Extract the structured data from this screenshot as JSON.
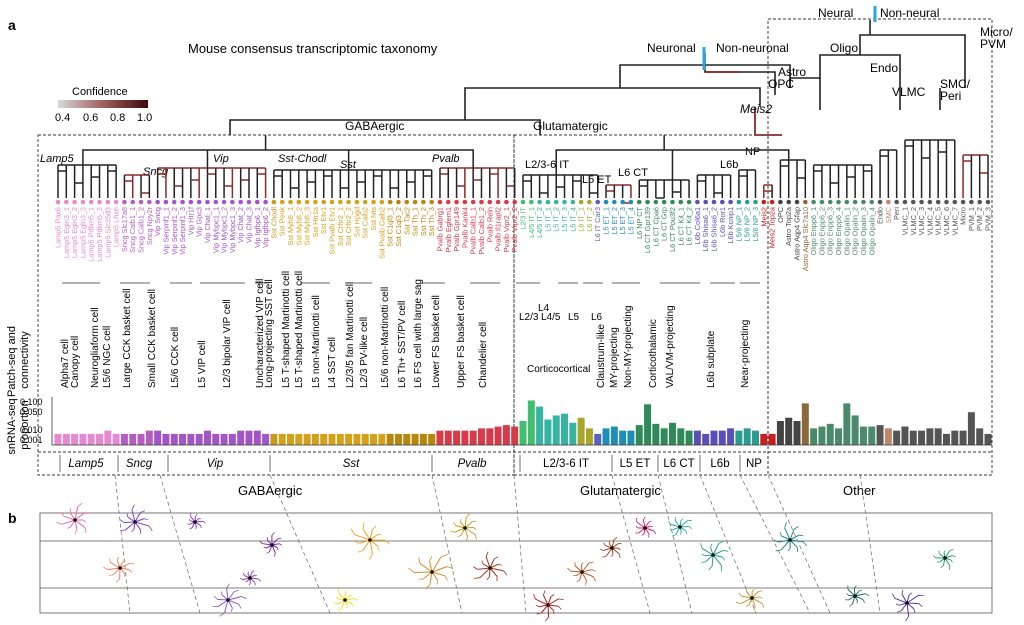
{
  "panels": {
    "a": "a",
    "b": "b"
  },
  "title": "Mouse consensus transcriptomic taxonomy",
  "confidence_legend": {
    "label": "Confidence",
    "ticks": [
      "0.4",
      "0.6",
      "0.8",
      "1.0"
    ],
    "color_low": "#cfcfcf",
    "color_high": "#3d0a0a"
  },
  "colors": {
    "tree": "#222222",
    "tree_accent": "#8b2a2a",
    "cyan_marker": "#29a8d8"
  },
  "top_nodes": {
    "neural": "Neural",
    "non_neural": "Non-neural",
    "neuronal": "Neuronal",
    "non_neuronal": "Non-neuronal",
    "micro_pvm": "Micro/\nPVM",
    "oligo": "Oligo",
    "astro": "Astro",
    "opc": "OPC",
    "endo": "Endo",
    "smc_peri": "SMC/\nPeri",
    "vlmc": "VLMC",
    "meis2": "Meis2"
  },
  "branch_labels": {
    "gabaergic": "GABAergic",
    "glutamatergic": "Glutamatergic",
    "lamp5": "Lamp5",
    "sncg": "Sncg",
    "vip": "Vip",
    "sst_chodl": "Sst-Chodl",
    "sst": "Sst",
    "pvalb": "Pvalb",
    "l236_it": "L2/3-6 IT",
    "l5_et": "L5 ET",
    "l6_ct": "L6 CT",
    "l6b": "L6b",
    "np": "NP"
  },
  "leaves": [
    {
      "name": "Lamp5 Pax6",
      "color": "#e58ad0"
    },
    {
      "name": "Lamp5 Egln3_1",
      "color": "#e58ad0"
    },
    {
      "name": "Lamp5 Egln3_2",
      "color": "#e58ad0"
    },
    {
      "name": "Lamp5 Egln3_3",
      "color": "#e58ad0"
    },
    {
      "name": "Lamp5 Pdlim5_1",
      "color": "#e58ad0"
    },
    {
      "name": "Lamp5 Pdlim5_2",
      "color": "#e58ad0"
    },
    {
      "name": "Lamp5 Slc35d3",
      "color": "#e58ad0"
    },
    {
      "name": "Lamp5 Lhx6",
      "color": "#e58ad0"
    },
    {
      "name": "Sncg Slc17a8",
      "color": "#b35fc0"
    },
    {
      "name": "Sncg Calb1_1",
      "color": "#b35fc0"
    },
    {
      "name": "Sncg Calb1_2",
      "color": "#b35fc0"
    },
    {
      "name": "Sncg Npy2r",
      "color": "#b35fc0"
    },
    {
      "name": "Vip Sncg",
      "color": "#a354c8"
    },
    {
      "name": "Vip Serpinf1_1",
      "color": "#a354c8"
    },
    {
      "name": "Vip Serpinf1_2",
      "color": "#a354c8"
    },
    {
      "name": "Vip Serpinf1_3",
      "color": "#a354c8"
    },
    {
      "name": "Vip Htr1f",
      "color": "#a354c8"
    },
    {
      "name": "Vip Gpc3",
      "color": "#a354c8"
    },
    {
      "name": "Vip Chat_1",
      "color": "#a354c8"
    },
    {
      "name": "Vip Mybpc1_1",
      "color": "#a354c8"
    },
    {
      "name": "Vip Mybpc1_2",
      "color": "#a354c8"
    },
    {
      "name": "Vip Mybpc1_3",
      "color": "#a354c8"
    },
    {
      "name": "Vip Chat_2",
      "color": "#a354c8"
    },
    {
      "name": "Vip Chat_3",
      "color": "#a354c8"
    },
    {
      "name": "Vip Igfbp6_1",
      "color": "#a354c8"
    },
    {
      "name": "Vip Igfbp6_2",
      "color": "#a354c8"
    },
    {
      "name": "Sst Chodl",
      "color": "#c59a1e"
    },
    {
      "name": "Sst Penk",
      "color": "#d4a21a"
    },
    {
      "name": "Sst Myh8_1",
      "color": "#d4a21a"
    },
    {
      "name": "Sst Myh8_2",
      "color": "#d4a21a"
    },
    {
      "name": "Sst Myh8_3",
      "color": "#d4a21a"
    },
    {
      "name": "Sst Htr1a",
      "color": "#d4a21a"
    },
    {
      "name": "Sst Etv1",
      "color": "#d4a21a"
    },
    {
      "name": "Sst Pvalb Etv1",
      "color": "#d4a21a"
    },
    {
      "name": "Sst Crhr2_1",
      "color": "#d4a21a"
    },
    {
      "name": "Sst Crhr2_2",
      "color": "#d4a21a"
    },
    {
      "name": "Sst Hpgd",
      "color": "#d4a21a"
    },
    {
      "name": "Sst Calb2",
      "color": "#d4a21a"
    },
    {
      "name": "Sst Nts",
      "color": "#d4a21a"
    },
    {
      "name": "Sst Pvalb Calb2",
      "color": "#d4a21a"
    },
    {
      "name": "Sst C1ql3_1",
      "color": "#b8860b"
    },
    {
      "name": "Sst C1ql3_2",
      "color": "#b8860b"
    },
    {
      "name": "Sst Tac2",
      "color": "#b8860b"
    },
    {
      "name": "Sst Th_1",
      "color": "#b8860b"
    },
    {
      "name": "Sst Th_2",
      "color": "#b8860b"
    },
    {
      "name": "Sst Th_3",
      "color": "#b8860b"
    },
    {
      "name": "Pvalb Gabrg1",
      "color": "#d93a4a"
    },
    {
      "name": "Pvalb Egfem1",
      "color": "#d93a4a"
    },
    {
      "name": "Pvalb Gpr149",
      "color": "#d93a4a"
    },
    {
      "name": "Pvalb Kank4",
      "color": "#d93a4a"
    },
    {
      "name": "Pvalb Calb1_1",
      "color": "#d93a4a"
    },
    {
      "name": "Pvalb Calb1_2",
      "color": "#d93a4a"
    },
    {
      "name": "Pvalb Reln",
      "color": "#d93a4a"
    },
    {
      "name": "Pvalb Il1rapl2",
      "color": "#d93a4a"
    },
    {
      "name": "Pvalb Vipr2_1",
      "color": "#d93a4a"
    },
    {
      "name": "Pvalb Vipr2_2",
      "color": "#d93a4a"
    },
    {
      "name": "L2/3 IT",
      "color": "#3fbf6f"
    },
    {
      "name": "L4/5 IT_1",
      "color": "#3fbf6f"
    },
    {
      "name": "L4/5 IT_2",
      "color": "#36b3a1"
    },
    {
      "name": "L5 IT_1",
      "color": "#36b3a1"
    },
    {
      "name": "L5 IT_2",
      "color": "#36b3a1"
    },
    {
      "name": "L5 IT_3",
      "color": "#36b3a1"
    },
    {
      "name": "L5 IT_4",
      "color": "#36b3a1"
    },
    {
      "name": "L6 IT_1",
      "color": "#a8a62a"
    },
    {
      "name": "L6 IT_2",
      "color": "#a8a62a"
    },
    {
      "name": "L6 IT Car3",
      "color": "#5b5fbe"
    },
    {
      "name": "L5 ET_1",
      "color": "#1f8db8"
    },
    {
      "name": "L5 ET_2",
      "color": "#1f8db8"
    },
    {
      "name": "L5 ET_3",
      "color": "#1f8db8"
    },
    {
      "name": "L5 ET_4",
      "color": "#1f8db8"
    },
    {
      "name": "L6 NP CT",
      "color": "#2e8b57"
    },
    {
      "name": "L6 CT Gpr139",
      "color": "#2e8b57"
    },
    {
      "name": "L6 CT Cpa6",
      "color": "#2e8b57"
    },
    {
      "name": "L6 CT Grp",
      "color": "#2e8b57"
    },
    {
      "name": "L6 CT Pou3f2",
      "color": "#2e8b57"
    },
    {
      "name": "L6 CT Kit_1",
      "color": "#2e8b57"
    },
    {
      "name": "L6 CT Kit_2",
      "color": "#2e8b57"
    },
    {
      "name": "L6b Col6a1",
      "color": "#5a4fb8"
    },
    {
      "name": "L6b Shisa6_1",
      "color": "#5a4fb8"
    },
    {
      "name": "L6b Shisa6_2",
      "color": "#5a4fb8"
    },
    {
      "name": "L6b Ror1",
      "color": "#5a4fb8"
    },
    {
      "name": "L6b Kcnip1",
      "color": "#5a4fb8"
    },
    {
      "name": "L5/6 NP_1",
      "color": "#2a9d8f"
    },
    {
      "name": "L5/6 NP_2",
      "color": "#2a9d8f"
    },
    {
      "name": "L5/6 NP_3",
      "color": "#2a9d8f"
    },
    {
      "name": "Meis2",
      "color": "#c81e1e"
    },
    {
      "name": "Meis2 Top2a",
      "color": "#c81e1e"
    },
    {
      "name": "OPC",
      "color": "#444444"
    },
    {
      "name": "Astro Top2a",
      "color": "#444444"
    },
    {
      "name": "Astro Aqp4 Gfap",
      "color": "#444444"
    },
    {
      "name": "Astro Aqp4 Slc7a10",
      "color": "#8a6a3a"
    },
    {
      "name": "Oligo Enpp6_1",
      "color": "#4a8a6a"
    },
    {
      "name": "Oligo Enpp6_2",
      "color": "#4a8a6a"
    },
    {
      "name": "Oligo Enpp6_3",
      "color": "#4a8a6a"
    },
    {
      "name": "Oligo Enpp6_4",
      "color": "#4a8a6a"
    },
    {
      "name": "Oligo Opalin_1",
      "color": "#4a8a6a"
    },
    {
      "name": "Oligo Opalin_2",
      "color": "#4a8a6a"
    },
    {
      "name": "Oligo Opalin_3",
      "color": "#4a8a6a"
    },
    {
      "name": "Oligo Opalin_4",
      "color": "#4a8a6a"
    },
    {
      "name": "Endo",
      "color": "#555555"
    },
    {
      "name": "SMC",
      "color": "#c0866a"
    },
    {
      "name": "Peri",
      "color": "#555555"
    },
    {
      "name": "VLMC_1",
      "color": "#555555"
    },
    {
      "name": "VLMC_2",
      "color": "#555555"
    },
    {
      "name": "VLMC_3",
      "color": "#555555"
    },
    {
      "name": "VLMC_4",
      "color": "#555555"
    },
    {
      "name": "VLMC_5",
      "color": "#555555"
    },
    {
      "name": "VLMC_6",
      "color": "#555555"
    },
    {
      "name": "VLMC_7",
      "color": "#555555"
    },
    {
      "name": "Micro",
      "color": "#555555"
    },
    {
      "name": "PVM_1",
      "color": "#555555"
    },
    {
      "name": "PVM_2",
      "color": "#555555"
    },
    {
      "name": "PVM_3",
      "color": "#555555"
    }
  ],
  "patchseq_label": "Patch-seq and\nconnectivity",
  "patchseq_types": [
    "Alpha7 cell",
    "Canopy cell",
    "Neurogliaform cell",
    "L5/6 NGC cell",
    "Large CCK basket cell",
    "Small CCK basket cell",
    "L5/6 CCK cell",
    "L5 VIP cell",
    "L2/3 bipolar VIP cell",
    "Uncharacterized VIP cell",
    "Long-projecting SST cell",
    "L5 T-shaped Martinotti cell",
    "L5 T-shaped Martinotti cell",
    "L5 non-Martinotti cell",
    "L4 SST cell",
    "L2/3/5 fan Martinotti cell",
    "L2/3 PV-like cell",
    "L5/6 non-Martinotti cell",
    "L6 Th+ SST/PV cell",
    "L6 FS cell with large sag",
    "Lower FS basket cell",
    "Upper FS basket cell",
    "Chandelier cell",
    "Claustrum-like",
    "MY-projecting",
    "Non-MY-projecting",
    "Corticothalamic",
    "VAL/VM-projecting",
    "L6b subplate",
    "Near-projecting"
  ],
  "layer_labels": [
    "L2/3",
    "L4",
    "L4/5",
    "L5",
    "L6"
  ],
  "corticocortical": "Corticocortical",
  "snrna_axis": {
    "label": "snRNA-seq\nproportion",
    "ticks": [
      "0.100",
      "0.050",
      "0.010",
      "0.001"
    ]
  },
  "snrna_bar_proportions": [
    0.002,
    0.002,
    0.002,
    0.002,
    0.002,
    0.002,
    0.003,
    0.002,
    0.002,
    0.002,
    0.002,
    0.003,
    0.003,
    0.002,
    0.002,
    0.002,
    0.002,
    0.002,
    0.003,
    0.002,
    0.002,
    0.002,
    0.003,
    0.003,
    0.003,
    0.002,
    0.002,
    0.002,
    0.002,
    0.002,
    0.002,
    0.002,
    0.002,
    0.002,
    0.002,
    0.002,
    0.002,
    0.002,
    0.002,
    0.002,
    0.002,
    0.002,
    0.002,
    0.002,
    0.002,
    0.002,
    0.003,
    0.003,
    0.003,
    0.003,
    0.003,
    0.004,
    0.004,
    0.005,
    0.006,
    0.005,
    0.01,
    0.13,
    0.06,
    0.012,
    0.02,
    0.025,
    0.008,
    0.015,
    0.004,
    0.002,
    0.004,
    0.005,
    0.003,
    0.003,
    0.006,
    0.08,
    0.007,
    0.004,
    0.008,
    0.004,
    0.003,
    0.003,
    0.002,
    0.003,
    0.003,
    0.004,
    0.003,
    0.004,
    0.003,
    0.002,
    0.002,
    0.01,
    0.015,
    0.01,
    0.09,
    0.004,
    0.005,
    0.007,
    0.004,
    0.09,
    0.02,
    0.005,
    0.005,
    0.006,
    0.004,
    0.003,
    0.005,
    0.003,
    0.003,
    0.004,
    0.004,
    0.002,
    0.003,
    0.003,
    0.03,
    0.004,
    0.002
  ],
  "subclass_row": [
    "Lamp5",
    "Sncg",
    "Vip",
    "Sst",
    "Pvalb",
    "L2/3-6 IT",
    "L5 ET",
    "L6 CT",
    "L6b",
    "NP"
  ],
  "class_row": [
    "GABAergic",
    "Glutamatergic",
    "Other"
  ]
}
